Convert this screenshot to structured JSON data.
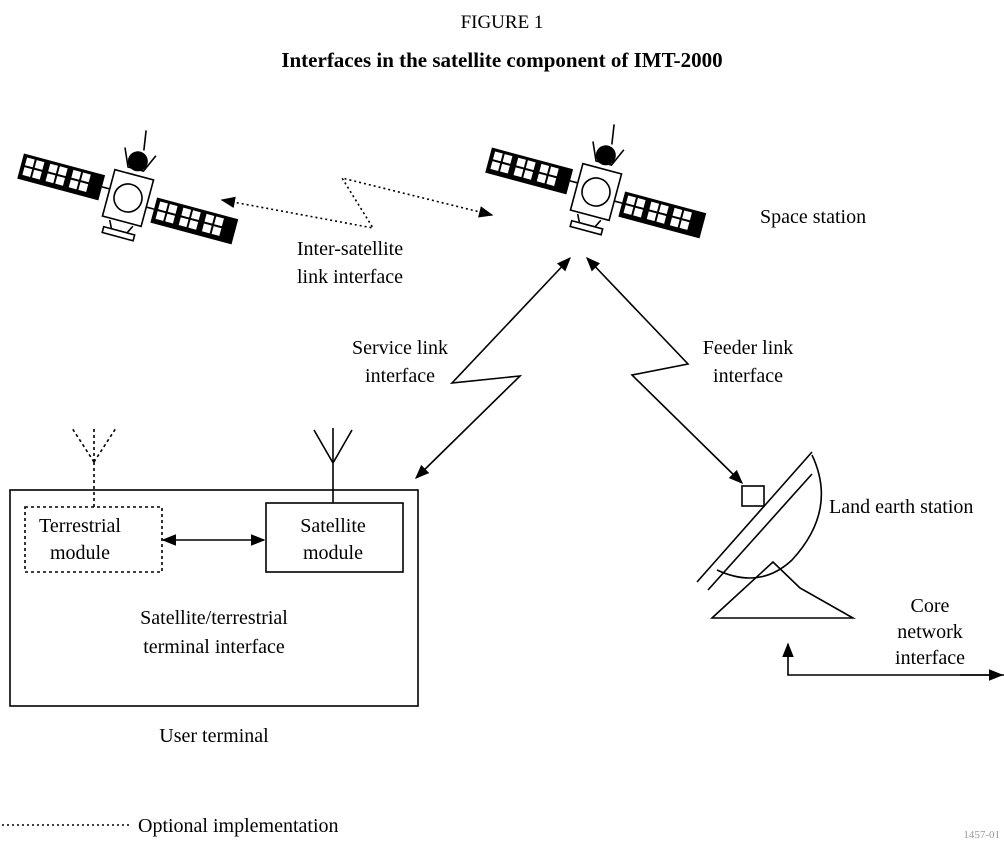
{
  "figure": {
    "number": "FIGURE 1",
    "title": "Interfaces in the satellite component of IMT-2000",
    "tag": "1457-01"
  },
  "labels": {
    "space_station": "Space station",
    "inter_satellite_1": "Inter-satellite",
    "inter_satellite_2": "link interface",
    "service_link_1": "Service link",
    "service_link_2": "interface",
    "feeder_link_1": "Feeder link",
    "feeder_link_2": "interface",
    "land_earth_station": "Land earth station",
    "terrestrial_module_1": "Terrestrial",
    "terrestrial_module_2": "module",
    "satellite_module_1": "Satellite",
    "satellite_module_2": "module",
    "terminal_interface_1": "Satellite/terrestrial",
    "terminal_interface_2": "terminal interface",
    "user_terminal": "User terminal",
    "core_network_1": "Core",
    "core_network_2": "network",
    "core_network_3": "interface"
  },
  "legend": {
    "optional": "Optional implementation"
  }
}
